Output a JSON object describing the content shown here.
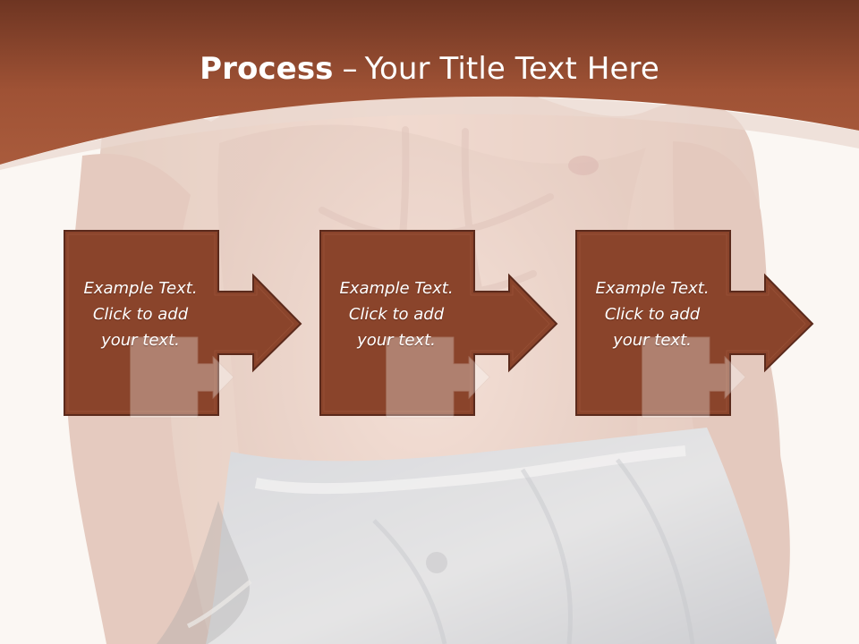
{
  "slide": {
    "title_strong": "Process",
    "title_dash": "–",
    "title_rest": "Your Title Text Here",
    "colors": {
      "header": "#9a4d2f",
      "header_dark": "#6f3421",
      "box_fill": "#8a442b",
      "box_stroke": "#5b2a1c",
      "text": "#ffffff",
      "background": "#fbf7f3"
    }
  },
  "steps": [
    {
      "line1": "Example Text.",
      "line2": "Click  to add",
      "line3": "your text."
    },
    {
      "line1": "Example Text.",
      "line2": "Click  to add",
      "line3": "your text."
    },
    {
      "line1": "Example Text.",
      "line2": "Click  to add",
      "line3": "your text."
    }
  ],
  "icons": {
    "arrow": "right-arrow-icon"
  }
}
